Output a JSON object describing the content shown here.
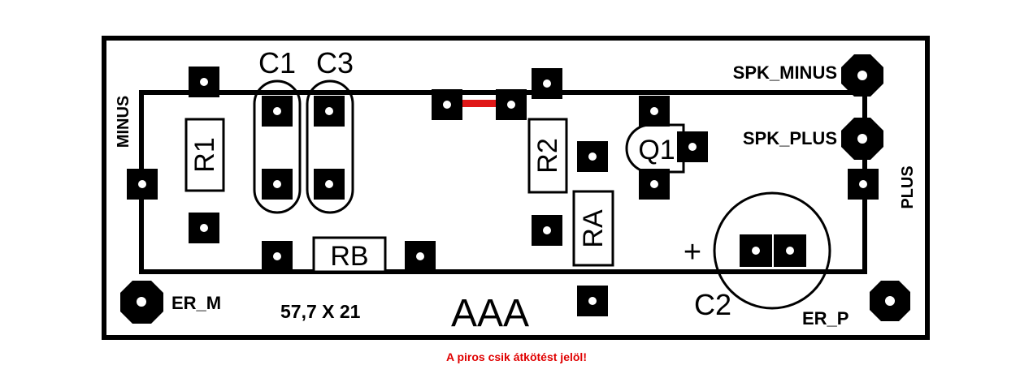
{
  "labels": {
    "minus": "MINUS",
    "plus": "PLUS",
    "spk_minus": "SPK_MINUS",
    "spk_plus": "SPK_PLUS",
    "er_m": "ER_M",
    "er_p": "ER_P",
    "dimensions": "57,7 X 21",
    "battery": "AAA",
    "c1": "C1",
    "c3": "C3",
    "c2": "C2",
    "c2_polarity": "+",
    "r1": "R1",
    "r2": "R2",
    "ra": "RA",
    "rb": "RB",
    "q1": "Q1"
  },
  "colors": {
    "trace": "#000000",
    "jumper": "#e01818",
    "caption": "#e00000",
    "background": "#ffffff"
  },
  "caption": "A piros csik átkötést jelöl!"
}
